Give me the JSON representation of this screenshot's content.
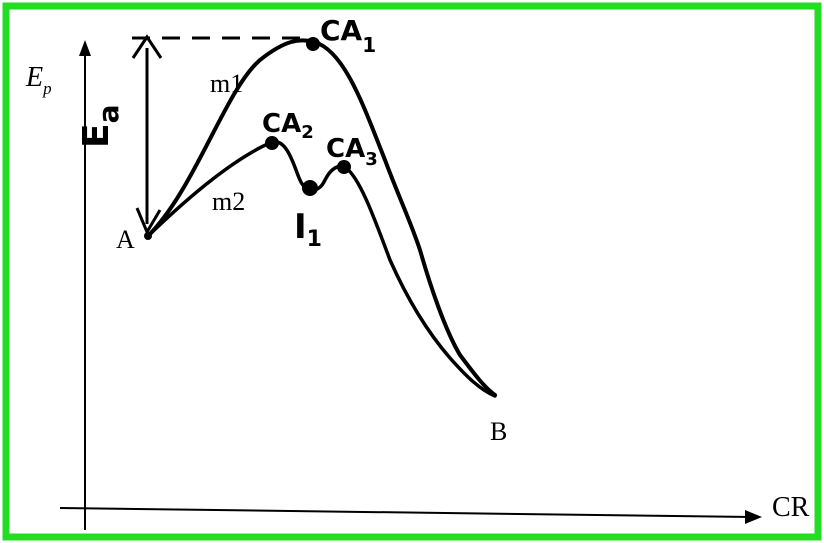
{
  "frame_color": "#22dd22",
  "ink_color": "#000000",
  "axes": {
    "y_label": "E",
    "y_label_sub": "p",
    "x_label": "CR"
  },
  "points": {
    "start": "A",
    "end": "B",
    "intermediate": "I",
    "intermediate_sub": "1"
  },
  "transition_states": {
    "ca1": "CA",
    "ca1_sub": "1",
    "ca2": "CA",
    "ca2_sub": "2",
    "ca3": "CA",
    "ca3_sub": "3"
  },
  "mechanisms": {
    "m1": "m1",
    "m2": "m2"
  },
  "activation_energy": {
    "label": "E",
    "label_sub": "a"
  }
}
